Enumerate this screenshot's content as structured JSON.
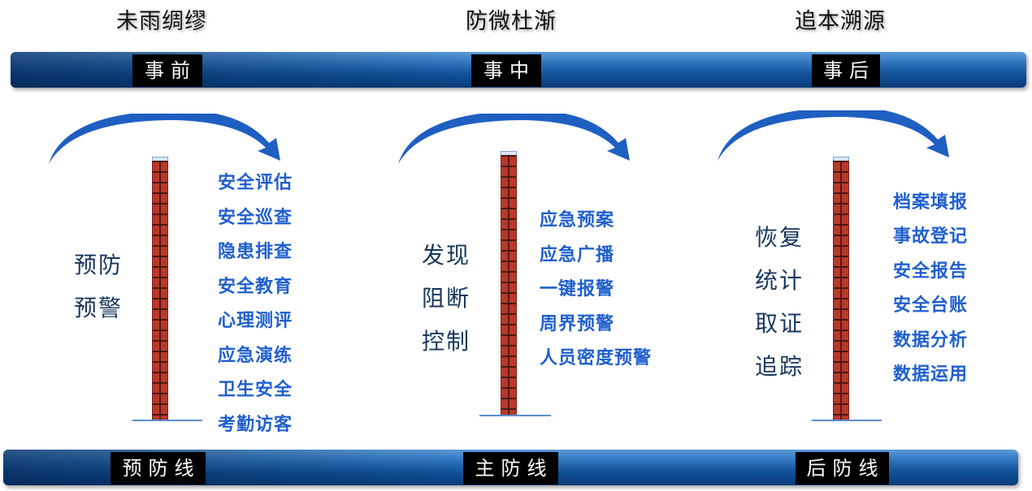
{
  "headings": [
    "未雨绸缪",
    "防微杜渐",
    "追本溯源"
  ],
  "top_band": [
    "事前",
    "事中",
    "事后"
  ],
  "bottom_band": [
    "预防线",
    "主防线",
    "后防线"
  ],
  "columns": [
    {
      "phases": [
        "预防",
        "预警"
      ],
      "items": [
        "安全评估",
        "安全巡查",
        "隐患排查",
        "安全教育",
        "心理测评",
        "应急演练",
        "卫生安全",
        "考勤访客"
      ]
    },
    {
      "phases": [
        "发现",
        "阻断",
        "控制"
      ],
      "items": [
        "应急预案",
        "应急广播",
        "一键报警",
        "周界预警",
        "人员密度预警"
      ]
    },
    {
      "phases": [
        "恢复",
        "统计",
        "取证",
        "追踪"
      ],
      "items": [
        "档案填报",
        "事故登记",
        "安全报告",
        "安全台账",
        "数据分析",
        "数据运用"
      ]
    }
  ],
  "colors": {
    "band": "#0f4f95",
    "item_text": "#1f5fcf",
    "phase_text": "#17375e",
    "wall": "#b8392a",
    "arrow": "#1e5fc2"
  }
}
